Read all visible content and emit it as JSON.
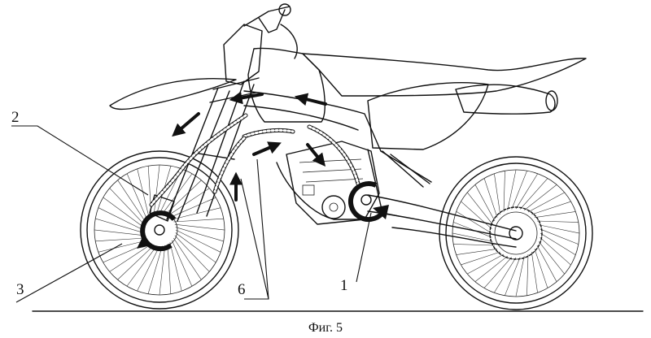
{
  "figure": {
    "caption": "Фиг. 5",
    "labels": {
      "l1": "1",
      "l2": "2",
      "l3": "3",
      "l6": "6"
    }
  }
}
